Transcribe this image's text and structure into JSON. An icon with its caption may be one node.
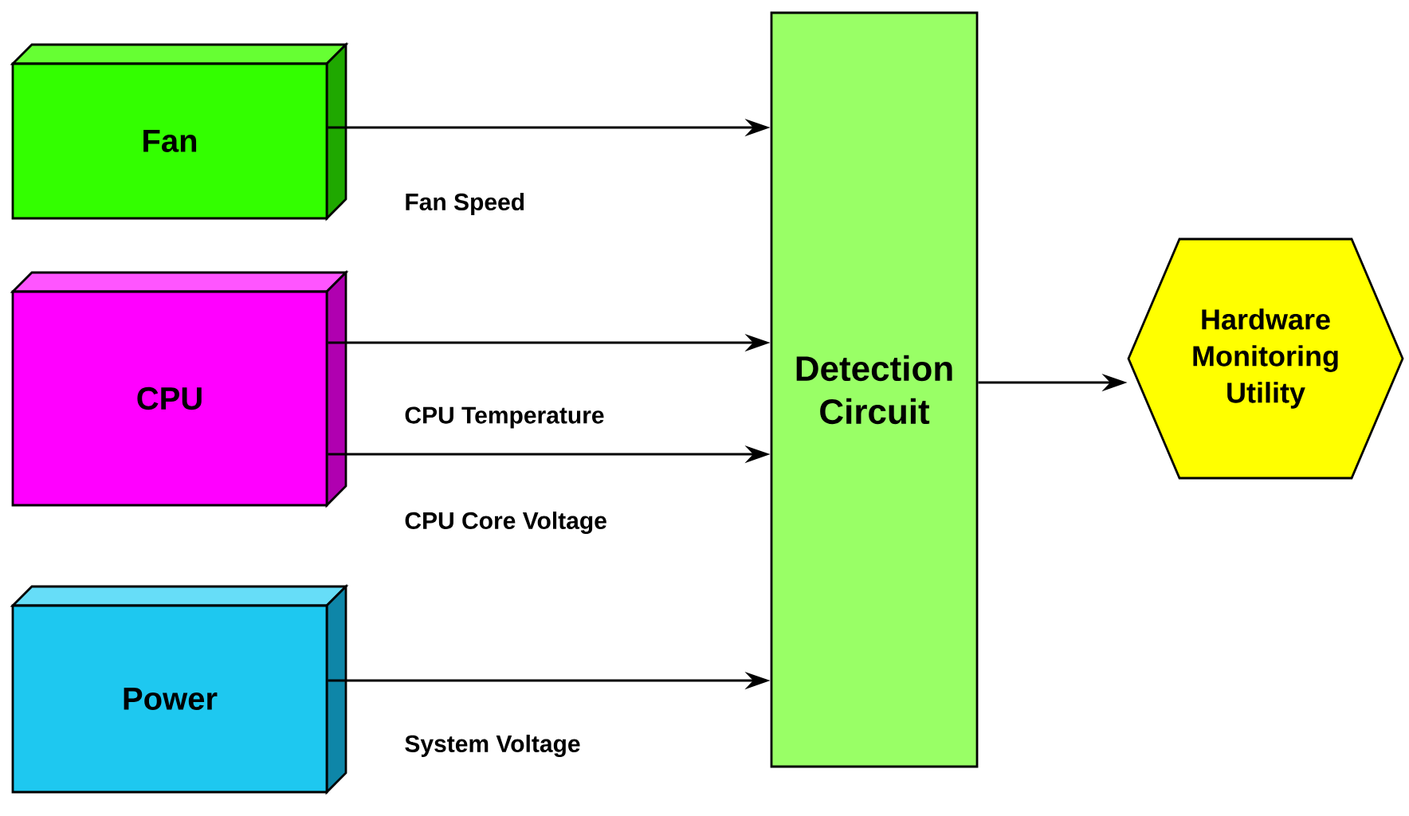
{
  "diagram": {
    "nodes": [
      {
        "text": [
          "Fan"
        ]
      },
      {
        "text": [
          "CPU"
        ]
      },
      {
        "text": [
          "Power"
        ]
      },
      {
        "text": [
          "Detection Circuit"
        ]
      },
      {
        "text": [
          "Hardware Monitoring Utility"
        ]
      }
    ],
    "edges": [
      {
        "from": 0,
        "to": 3,
        "arrow": "to",
        "label": "Fan Speed"
      },
      {
        "from": 1,
        "to": 3,
        "arrow": "to",
        "label": "CPU Temperature"
      },
      {
        "from": 1,
        "to": 3,
        "arrow": "to",
        "label": "CPU Core Voltage"
      },
      {
        "from": 2,
        "to": 3,
        "arrow": "to",
        "label": "System Voltage"
      },
      {
        "from": 3,
        "to": 4,
        "arrow": "to"
      }
    ]
  }
}
